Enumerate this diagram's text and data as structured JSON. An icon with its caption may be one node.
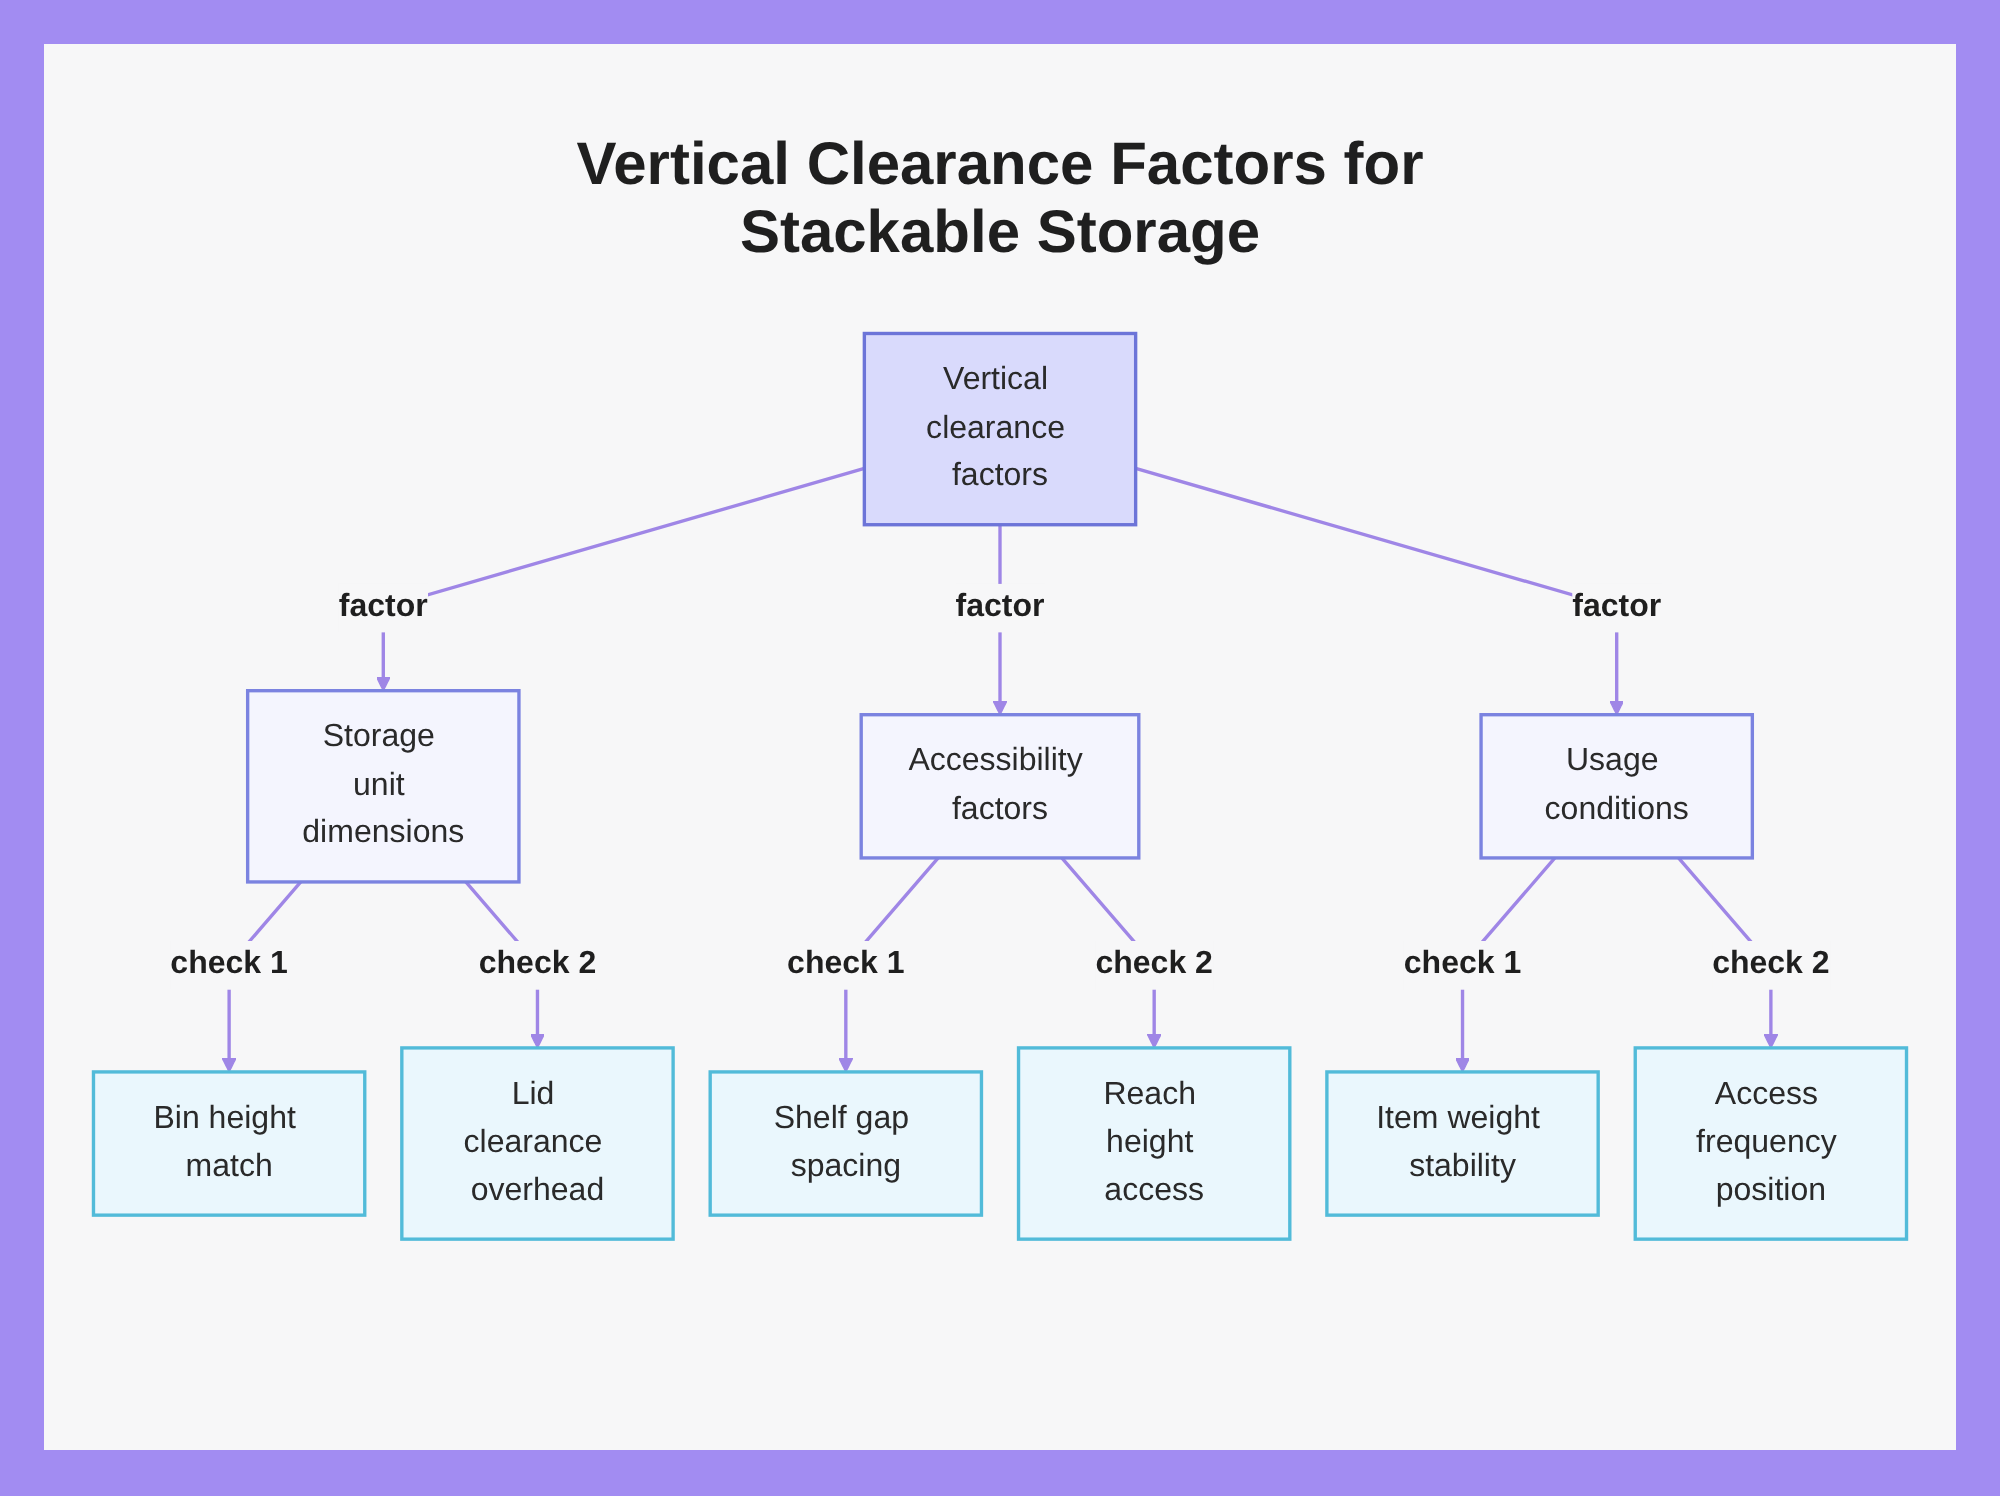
{
  "diagram": {
    "title": "Vertical Clearance Factors for Stackable Storage",
    "nodes": [
      {
        "text": [
          "Vertical clearance factors"
        ]
      },
      {
        "text": [
          "Storage unit dimensions"
        ]
      },
      {
        "text": [
          "Accessibility factors"
        ]
      },
      {
        "text": [
          "Usage conditions"
        ]
      },
      {
        "text": [
          "Bin height match"
        ]
      },
      {
        "text": [
          "Lid clearance overhead"
        ]
      },
      {
        "text": [
          "Shelf gap spacing"
        ]
      },
      {
        "text": [
          "Reach height access"
        ]
      },
      {
        "text": [
          "Item weight stability"
        ]
      },
      {
        "text": [
          "Access frequency position"
        ]
      }
    ],
    "edges": [
      {
        "from": 0,
        "to": 1,
        "arrow": "to",
        "label": "factor"
      },
      {
        "from": 0,
        "to": 2,
        "arrow": "to",
        "label": "factor"
      },
      {
        "from": 0,
        "to": 3,
        "arrow": "to",
        "label": "factor"
      },
      {
        "from": 1,
        "to": 4,
        "arrow": "to",
        "label": "check 1"
      },
      {
        "from": 1,
        "to": 5,
        "arrow": "to",
        "label": "check 2"
      },
      {
        "from": 2,
        "to": 6,
        "arrow": "to",
        "label": "check 1"
      },
      {
        "from": 2,
        "to": 7,
        "arrow": "to",
        "label": "check 2"
      },
      {
        "from": 3,
        "to": 8,
        "arrow": "to",
        "label": "check 1"
      },
      {
        "from": 3,
        "to": 9,
        "arrow": "to",
        "label": "check 2"
      }
    ]
  }
}
